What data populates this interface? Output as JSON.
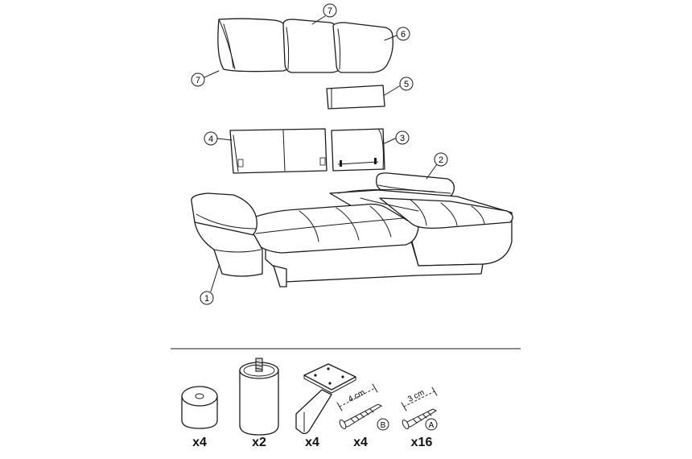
{
  "callouts": [
    {
      "id": "c7a",
      "number": "7"
    },
    {
      "id": "c6",
      "number": "6"
    },
    {
      "id": "c7b",
      "number": "7"
    },
    {
      "id": "c5",
      "number": "5"
    },
    {
      "id": "c4",
      "number": "4"
    },
    {
      "id": "c3",
      "number": "3"
    },
    {
      "id": "c2",
      "number": "2"
    },
    {
      "id": "c1",
      "number": "1"
    }
  ],
  "hardware": [
    {
      "name": "round-foot",
      "quantity": "x4"
    },
    {
      "name": "cylinder-leg",
      "quantity": "x2"
    },
    {
      "name": "angled-leg",
      "quantity": "x4"
    },
    {
      "name": "screw-b",
      "quantity": "x4",
      "length_label": "4 cm",
      "letter": "B"
    },
    {
      "name": "screw-a",
      "quantity": "x16",
      "length_label": "3 cm",
      "letter": "A"
    }
  ]
}
